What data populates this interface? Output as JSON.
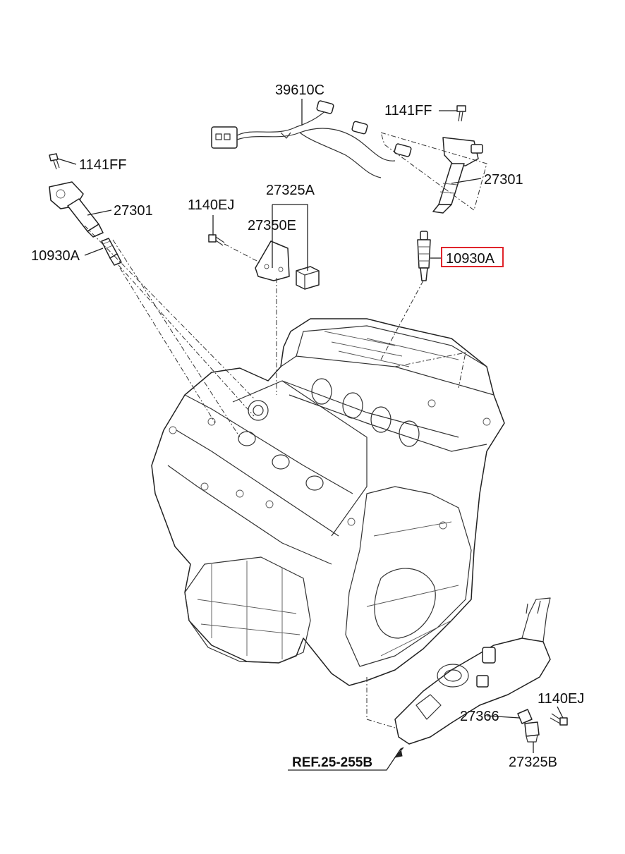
{
  "labels": {
    "harness_39610C": "39610C",
    "bolt_1141FF_right": "1141FF",
    "coil_27301_right": "27301",
    "bolt_1141FF_left": "1141FF",
    "coil_27301_left": "27301",
    "sensor_27325A": "27325A",
    "bolt_1140EJ_top": "1140EJ",
    "bracket_27350E": "27350E",
    "spark_plug_10930A_left": "10930A",
    "spark_plug_10930A_right": "10930A",
    "bolt_1140EJ_bottom": "1140EJ",
    "bracket_27366": "27366",
    "sensor_27325B": "27325B",
    "reference": "REF.25-255B"
  },
  "highlighted_part": "10930A",
  "colors": {
    "line": "#222222",
    "highlight": "#e0242b",
    "background": "#ffffff"
  }
}
